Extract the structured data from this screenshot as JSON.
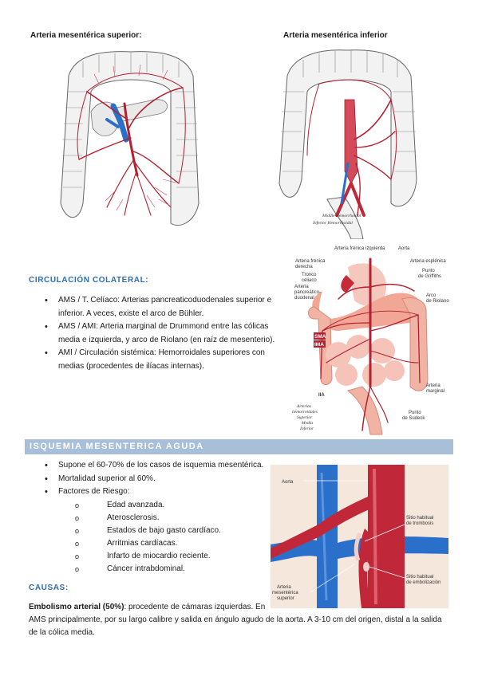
{
  "figures": {
    "sma_title": "Arteria mesentérica superior:",
    "ima_title": "Arteria mesentérica inferior",
    "ima_caption_1": "Middle Hemorrhoidal",
    "ima_caption_2": "Inferior Hemorrhoidal"
  },
  "collateral": {
    "title": "CIRCULACIÓN COLATERAL:",
    "items": [
      "AMS / T. Celíaco: Arterias pancreaticoduodenales superior e inferior. A veces, existe el arco de Bühler.",
      "AMS / AMI: Arteria marginal de Drummond entre las cólicas media e izquierda, y arco de Riolano (en raíz de mesenterio).",
      "AMI / Circulación sistémica: Hemorroidales superiores con medias (procedentes de ilíacas internas)."
    ],
    "diagram_labels": {
      "phrenic": "Arteria frénica izquierda",
      "aorta": "Aorta",
      "celiac_phrenic": "Arteria frénica",
      "derecha": "derecha",
      "splenic": "Arteria esplénica",
      "tronco": "Tronco",
      "celiaco": "celiaco",
      "arteria": "Arteria",
      "pancreatico": "pancreático-",
      "duodenal": "duodenal",
      "punto": "Punto",
      "griffiths": "de Griffiths",
      "arco": "Arco",
      "riolano": "de Riolano",
      "sma": "SMA",
      "ima": "IMA",
      "iia": "IIA",
      "marginal_1": "Arteria",
      "marginal_2": "marginal",
      "sudeck_1": "Punto",
      "sudeck_2": "de Sudeck",
      "hemo_1": "Arterias",
      "hemo_2": "hemorroidales",
      "hemo_3": "Superior",
      "hemo_4": "Media",
      "hemo_5": "Inferior"
    }
  },
  "ischemia": {
    "banner": "ISQUEMIA MESENTERICA AGUDA",
    "items": [
      "Supone el 60-70% de los casos de isquemia mesentérica.",
      "Mortalidad superior al 60%.",
      "Factores de Riesgo:"
    ],
    "risk_factors": [
      "Edad avanzada.",
      "Aterosclerosis.",
      "Estados de bajo gasto cardíaco.",
      "Arritmias cardíacas.",
      "Infarto de miocardio reciente.",
      "Cáncer intrabdominal."
    ],
    "diagram_labels": {
      "aorta": "Aorta",
      "thrombosis_1": "Sitio habitual",
      "thrombosis_2": "de trombosis",
      "embolization_1": "Sitio habitual",
      "embolization_2": "de embolización",
      "sma_1": "Arteria",
      "sma_2": "mesentérica",
      "sma_3": "superior"
    }
  },
  "causes": {
    "title": "CAUSAS:",
    "embolism_label": "Embolismo arterial (50%)",
    "embolism_text_1": ": procedente de cámaras izquierdas. En",
    "embolism_text_2": "AMS principalmente, por su largo calibre y salida en ángulo agudo de la aorta. A 3-10 cm del origen, distal a la salida",
    "embolism_text_3": "de la cólica media."
  },
  "colors": {
    "section_blue": "#2e6db4",
    "banner_bg": "#a7bfd9",
    "artery_red": "#c0283a",
    "vein_blue": "#2a6fc9"
  }
}
